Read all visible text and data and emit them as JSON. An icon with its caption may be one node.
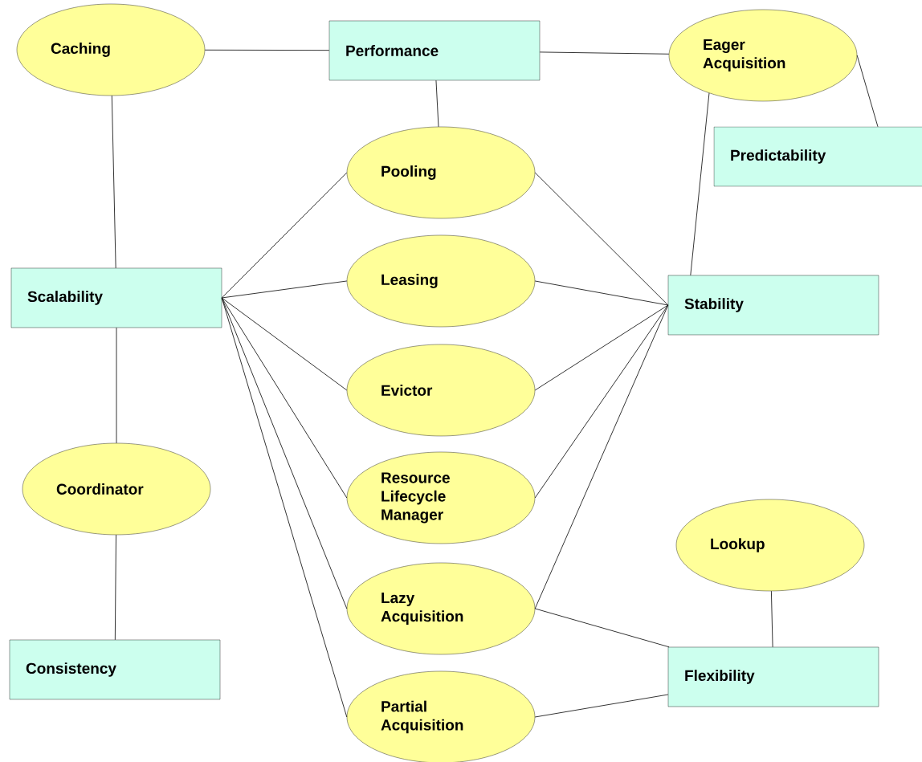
{
  "diagram": {
    "nodes": [
      {
        "text": [
          "Caching"
        ]
      },
      {
        "text": [
          "Performance"
        ]
      },
      {
        "text": [
          "Eager Acquisition"
        ]
      },
      {
        "text": [
          "Pooling"
        ]
      },
      {
        "text": [
          "Predictability"
        ]
      },
      {
        "text": [
          "Scalability"
        ]
      },
      {
        "text": [
          "Leasing"
        ]
      },
      {
        "text": [
          "Stability"
        ]
      },
      {
        "text": [
          "Evictor"
        ]
      },
      {
        "text": [
          "Coordinator"
        ]
      },
      {
        "text": [
          "Resource Lifecycle Manager"
        ]
      },
      {
        "text": [
          "Lookup"
        ]
      },
      {
        "text": [
          "Lazy Acquisition"
        ]
      },
      {
        "text": [
          "Consistency"
        ]
      },
      {
        "text": [
          "Flexibility"
        ]
      },
      {
        "text": [
          "Partial Acquisition"
        ]
      }
    ],
    "edges": [
      {
        "from": 0,
        "to": 1,
        "arrow": "none"
      },
      {
        "from": 1,
        "to": 2,
        "arrow": "none"
      },
      {
        "from": 2,
        "to": 4,
        "arrow": "none"
      },
      {
        "from": 1,
        "to": 3,
        "arrow": "none"
      },
      {
        "from": 0,
        "to": 5,
        "arrow": "none"
      },
      {
        "from": 2,
        "to": 7,
        "arrow": "none"
      },
      {
        "from": 5,
        "to": 3,
        "arrow": "none"
      },
      {
        "from": 5,
        "to": 6,
        "arrow": "none"
      },
      {
        "from": 5,
        "to": 8,
        "arrow": "none"
      },
      {
        "from": 5,
        "to": 10,
        "arrow": "none"
      },
      {
        "from": 5,
        "to": 12,
        "arrow": "none"
      },
      {
        "from": 5,
        "to": 15,
        "arrow": "none"
      },
      {
        "from": 3,
        "to": 7,
        "arrow": "none"
      },
      {
        "from": 6,
        "to": 7,
        "arrow": "none"
      },
      {
        "from": 8,
        "to": 7,
        "arrow": "none"
      },
      {
        "from": 10,
        "to": 7,
        "arrow": "none"
      },
      {
        "from": 12,
        "to": 7,
        "arrow": "none"
      },
      {
        "from": 5,
        "to": 9,
        "arrow": "none"
      },
      {
        "from": 9,
        "to": 13,
        "arrow": "none"
      },
      {
        "from": 11,
        "to": 14,
        "arrow": "none"
      },
      {
        "from": 12,
        "to": 14,
        "arrow": "none"
      },
      {
        "from": 15,
        "to": 14,
        "arrow": "none"
      }
    ]
  }
}
